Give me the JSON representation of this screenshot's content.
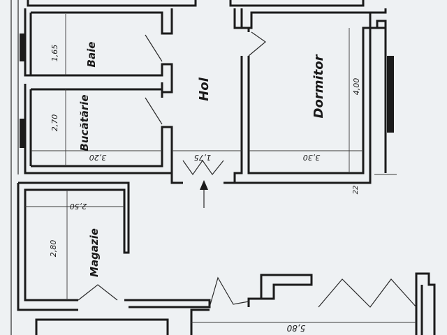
{
  "rooms": {
    "baie": "Baie",
    "bucatarie": "Bucătărie",
    "hol": "Hol",
    "dormitor": "Dormitor",
    "magazie": "Magazie"
  },
  "dimensions": {
    "baie_height": "1,65",
    "bucatarie_height": "2,70",
    "bucatarie_width": "3,20",
    "hol_width": "1,75",
    "dormitor_width": "3,30",
    "dormitor_height": "4,00",
    "corner_mark": "22",
    "magazie_width": "2,50",
    "magazie_height": "2,80",
    "bottom_width": "5,80"
  }
}
